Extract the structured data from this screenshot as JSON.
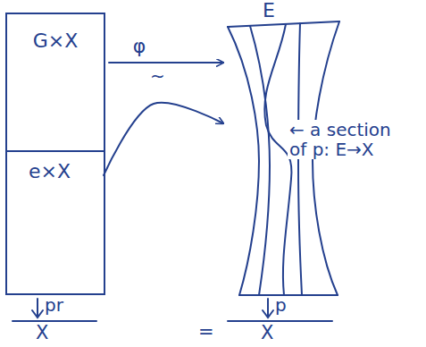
{
  "diagram": {
    "nodes": [
      {
        "text": [
          "G×X"
        ]
      },
      {
        "text": [
          "e×X"
        ],
        "in": 0
      },
      {
        "text": [
          "E"
        ]
      }
    ],
    "edges": [
      {
        "from": 0,
        "to": 2,
        "arrow": "to",
        "label": "φ"
      },
      {
        "from": 1,
        "to": 2,
        "arrow": "to"
      }
    ],
    "labels": [
      "~",
      "← a section of p: E→X",
      "pr",
      "p",
      "X",
      "=",
      "X"
    ]
  }
}
